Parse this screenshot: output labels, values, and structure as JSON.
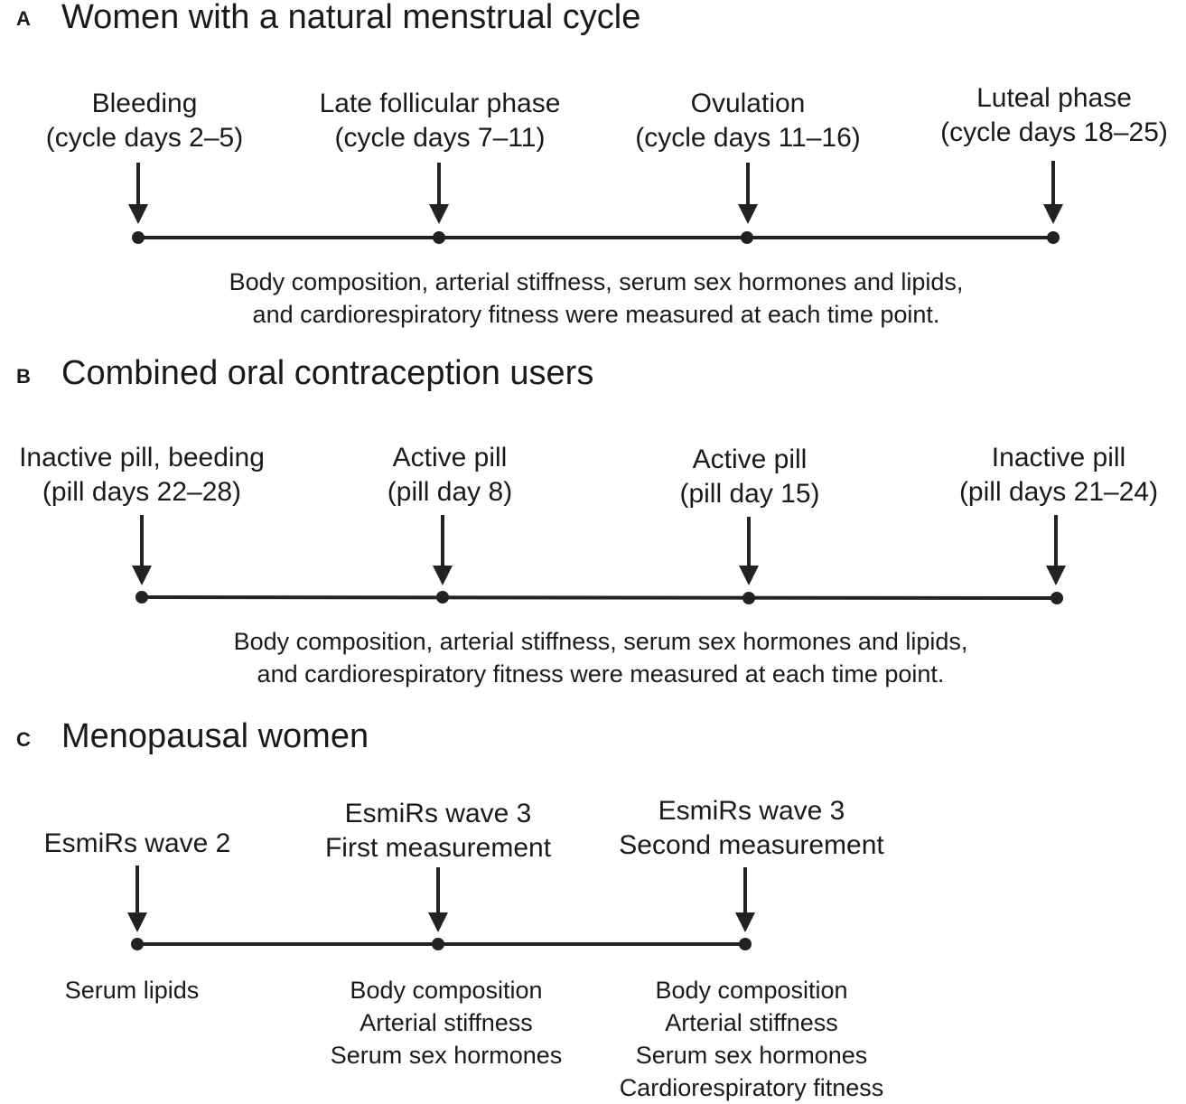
{
  "panels": [
    {
      "letter": "A",
      "title": "Women with a natural menstrual cycle",
      "timepoints": [
        {
          "label": [
            "Bleeding",
            "(cycle days 2–5)"
          ]
        },
        {
          "label": [
            "Late follicular phase",
            "(cycle days 7–11)"
          ]
        },
        {
          "label": [
            "Ovulation",
            "(cycle days 11–16)"
          ]
        },
        {
          "label": [
            "Luteal phase",
            "(cycle days 18–25)"
          ]
        }
      ],
      "note": [
        "Body composition, arterial stiffness, serum sex hormones and lipids,",
        "and cardiorespiratory fitness were measured at each time point."
      ]
    },
    {
      "letter": "B",
      "title": "Combined oral contraception users",
      "timepoints": [
        {
          "label": [
            "Inactive pill, beeding",
            "(pill days 22–28)"
          ]
        },
        {
          "label": [
            "Active pill",
            "(pill day 8)"
          ]
        },
        {
          "label": [
            "Active pill",
            "(pill day 15)"
          ]
        },
        {
          "label": [
            "Inactive pill",
            "(pill days 21–24)"
          ]
        }
      ],
      "note": [
        "Body composition, arterial stiffness, serum sex hormones and lipids,",
        "and cardiorespiratory fitness were measured at each time point."
      ]
    },
    {
      "letter": "C",
      "title": "Menopausal women",
      "timepoints": [
        {
          "label": [
            "EsmiRs wave 2"
          ],
          "measures": [
            "Serum lipids"
          ]
        },
        {
          "label": [
            "EsmiRs wave 3",
            "First measurement"
          ],
          "measures": [
            "Body composition",
            "Arterial stiffness",
            "Serum sex hormones"
          ]
        },
        {
          "label": [
            "EsmiRs wave 3",
            "Second measurement"
          ],
          "measures": [
            "Body composition",
            "Arterial stiffness",
            "Serum sex hormones",
            "Cardiorespiratory fitness"
          ]
        }
      ]
    }
  ],
  "colors": {
    "line": "#222222",
    "text": "#1a1a1a"
  }
}
